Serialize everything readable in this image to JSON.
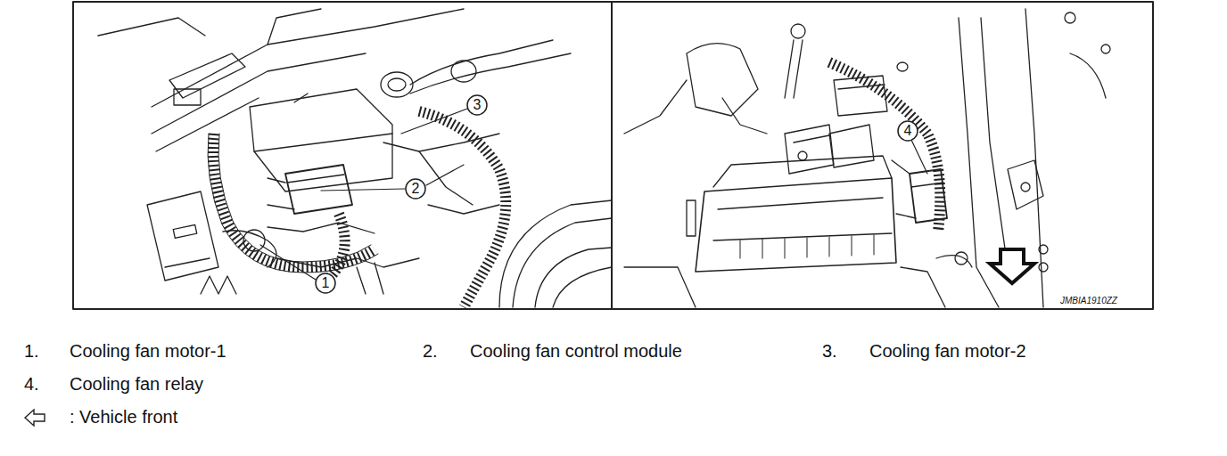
{
  "diagram": {
    "labels": [
      "1",
      "2",
      "3",
      "4",
      "JMBIA1910ZZ",
      "1.",
      "Cooling fan motor-1",
      "2.",
      "Cooling fan control module",
      "3.",
      "Cooling fan motor-2",
      "4.",
      "Cooling fan relay"
    ],
    "legend": [
      {
        "text": ": Vehicle front"
      }
    ]
  }
}
